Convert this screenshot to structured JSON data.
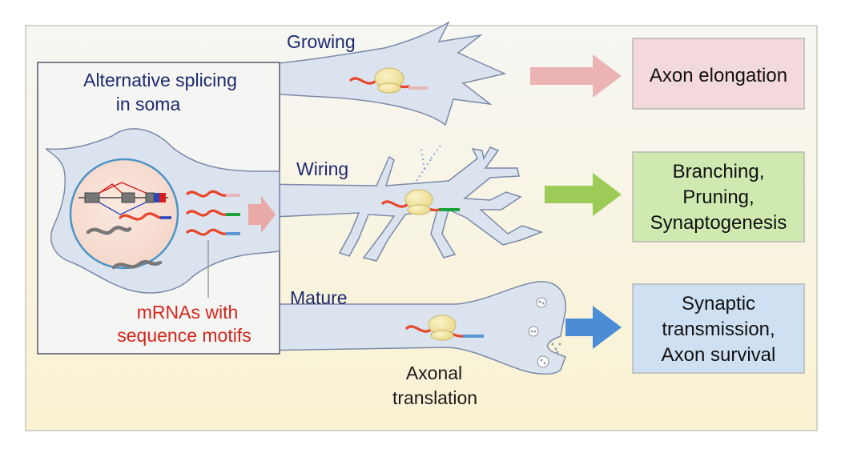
{
  "soma": {
    "title_line1": "Alternative splicing",
    "title_line2": "in soma",
    "mrna_line1": "mRNAs with",
    "mrna_line2": "sequence motifs"
  },
  "stages": {
    "growing": "Growing",
    "wiring": "Wiring",
    "mature": "Mature"
  },
  "axonal": {
    "line1": "Axonal",
    "line2": "translation"
  },
  "outcomes": {
    "growing": [
      "Axon elongation"
    ],
    "wiring": [
      "Branching,",
      "Pruning,",
      "Synaptogenesis"
    ],
    "mature": [
      "Synaptic",
      "transmission,",
      "Axon survival"
    ]
  },
  "colors": {
    "background_top": "#f6f6f3",
    "background_bottom": "#faf2d2",
    "neuron_fill": "#dbe3ef",
    "neuron_stroke": "#7c8aa8",
    "nucleus_fill": "#f7dfd3",
    "nucleus_stroke": "#4d93c6",
    "mrna": "#e8452a",
    "ribosome": "#f2e7a2",
    "stage_text": "#1c2a6e",
    "mrna_text": "#d3271e",
    "outcome_growing": "#f3d9db",
    "outcome_wiring": "#cfe9b1",
    "outcome_mature": "#cfe0f3",
    "arrow_growing": "#ecb3b5",
    "arrow_wiring": "#9ccc57",
    "arrow_mature": "#4a8dd6",
    "motif_pink": "#e8b6b9",
    "motif_green": "#1aa33a",
    "motif_blue": "#5a97d6",
    "exon_blue": "#2947b8",
    "exon_red": "#d51c1c"
  }
}
